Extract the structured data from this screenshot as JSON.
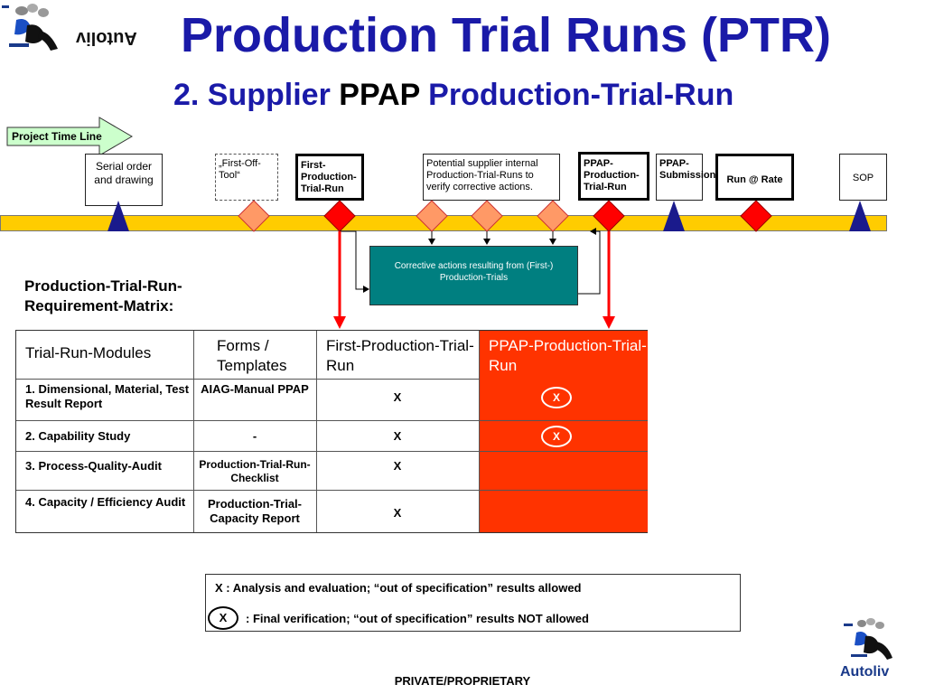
{
  "header": {
    "title": "Production Trial Runs (PTR)",
    "subtitle_prefix": "2. Supplier ",
    "subtitle_bold": "PPAP",
    "subtitle_suffix": " Production-Trial-Run",
    "brand": "Autoliv"
  },
  "timeline": {
    "label": "Project Time Line",
    "milestones": [
      {
        "label": "Serial order and drawing"
      },
      {
        "label": "„First-Off-Tool“"
      },
      {
        "label": "First-Production-Trial-Run"
      },
      {
        "label": "Potential supplier internal Production-Trial-Runs to verify corrective actions."
      },
      {
        "label": "PPAP-Production-Trial-Run"
      },
      {
        "label": "PPAP-Submission"
      },
      {
        "label": "Run @ Rate"
      },
      {
        "label": "SOP"
      }
    ],
    "corrective": "Corrective actions resulting from (First-) Production-Trials"
  },
  "matrix": {
    "label": "Production-Trial-Run-Requirement-Matrix:",
    "headers": [
      "Trial-Run-Modules",
      "Forms / Templates",
      "First-Production-Trial-Run",
      "PPAP-Production-Trial-Run"
    ],
    "rows": [
      {
        "module": "1. Dimensional, Material, Test Result Report",
        "form": "AIAG-Manual PPAP",
        "first": "X",
        "ppap": "X"
      },
      {
        "module": "2. Capability Study",
        "form": "-",
        "first": "X",
        "ppap": "X"
      },
      {
        "module": "3. Process-Quality-Audit",
        "form": "Production-Trial-Run-Checklist",
        "first": "X",
        "ppap": ""
      },
      {
        "module": "4. Capacity / Efficiency Audit",
        "form": "Production-Trial-Capacity Report",
        "first": "X",
        "ppap": ""
      }
    ]
  },
  "legend": {
    "line1": "X : Analysis and evaluation; “out of specification” results allowed",
    "circle": "X",
    "line2": ": Final verification; “out of specification” results NOT allowed"
  },
  "footer": "PRIVATE/PROPRIETARY",
  "colors": {
    "title": "#1a1aa8",
    "timeline_bar": "#ffcc00",
    "diamond_red": "#ff0000",
    "diamond_salmon": "#ff9966",
    "triangle": "#1a1a8c",
    "corrective_box": "#007f80",
    "ppap_column": "#ff3300",
    "arrow_green": "#ccffcc"
  }
}
